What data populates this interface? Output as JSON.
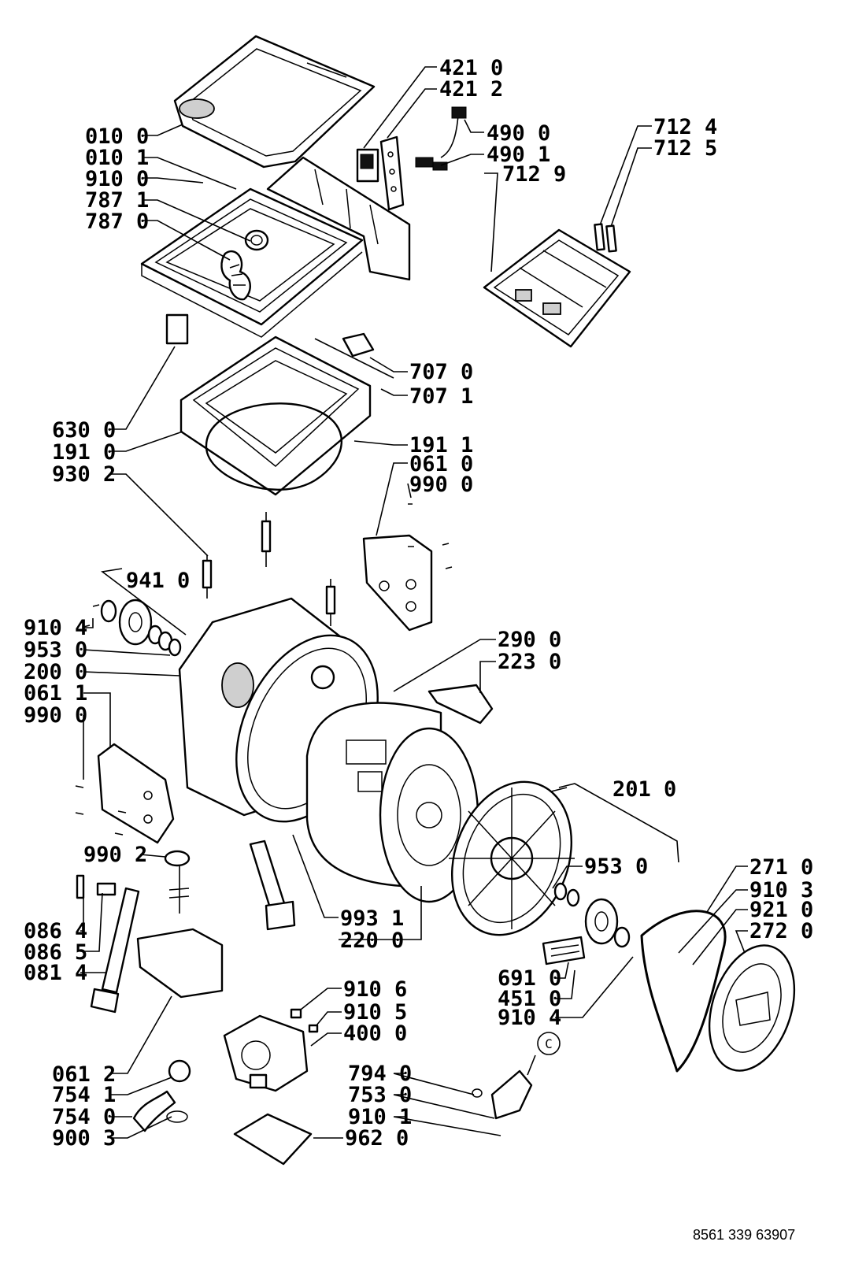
{
  "diagram": {
    "document_code": "8561 339 63907",
    "callouts": [
      {
        "id": "010-0",
        "text": "010 0"
      },
      {
        "id": "010-1",
        "text": "010 1"
      },
      {
        "id": "910-0",
        "text": "910 0"
      },
      {
        "id": "787-1",
        "text": "787 1"
      },
      {
        "id": "787-0",
        "text": "787 0"
      },
      {
        "id": "421-0",
        "text": "421 0"
      },
      {
        "id": "421-2",
        "text": "421 2"
      },
      {
        "id": "490-0",
        "text": "490 0"
      },
      {
        "id": "490-1",
        "text": "490 1"
      },
      {
        "id": "712-9",
        "text": "712 9"
      },
      {
        "id": "712-4",
        "text": "712 4"
      },
      {
        "id": "712-5",
        "text": "712 5"
      },
      {
        "id": "707-0",
        "text": "707 0"
      },
      {
        "id": "707-1",
        "text": "707 1"
      },
      {
        "id": "630-0",
        "text": "630 0"
      },
      {
        "id": "191-0",
        "text": "191 0"
      },
      {
        "id": "930-2",
        "text": "930 2"
      },
      {
        "id": "191-1",
        "text": "191 1"
      },
      {
        "id": "061-0",
        "text": "061 0"
      },
      {
        "id": "990-0-a",
        "text": "990 0"
      },
      {
        "id": "941-0",
        "text": "941 0"
      },
      {
        "id": "910-4-a",
        "text": "910 4"
      },
      {
        "id": "953-0-a",
        "text": "953 0"
      },
      {
        "id": "200-0",
        "text": "200 0"
      },
      {
        "id": "061-1",
        "text": "061 1"
      },
      {
        "id": "990-0-b",
        "text": "990 0"
      },
      {
        "id": "290-0",
        "text": "290 0"
      },
      {
        "id": "223-0",
        "text": "223 0"
      },
      {
        "id": "201-0",
        "text": "201 0"
      },
      {
        "id": "990-2",
        "text": "990 2"
      },
      {
        "id": "953-0-b",
        "text": "953 0"
      },
      {
        "id": "271-0",
        "text": "271 0"
      },
      {
        "id": "910-3",
        "text": "910 3"
      },
      {
        "id": "921-0",
        "text": "921 0"
      },
      {
        "id": "272-0",
        "text": "272 0"
      },
      {
        "id": "086-4",
        "text": "086 4"
      },
      {
        "id": "086-5",
        "text": "086 5"
      },
      {
        "id": "081-4",
        "text": "081 4"
      },
      {
        "id": "993-1",
        "text": "993 1"
      },
      {
        "id": "220-0",
        "text": "220 0"
      },
      {
        "id": "691-0",
        "text": "691 0"
      },
      {
        "id": "451-0",
        "text": "451 0"
      },
      {
        "id": "910-4-b",
        "text": "910 4"
      },
      {
        "id": "910-6",
        "text": "910 6"
      },
      {
        "id": "910-5",
        "text": "910 5"
      },
      {
        "id": "400-0",
        "text": "400 0"
      },
      {
        "id": "061-2",
        "text": "061 2"
      },
      {
        "id": "754-1",
        "text": "754 1"
      },
      {
        "id": "754-0",
        "text": "754 0"
      },
      {
        "id": "900-3",
        "text": "900 3"
      },
      {
        "id": "794-0",
        "text": "794 0"
      },
      {
        "id": "753-0",
        "text": "753 0"
      },
      {
        "id": "910-1",
        "text": "910 1"
      },
      {
        "id": "962-0",
        "text": "962 0"
      },
      {
        "id": "circle-mark",
        "text": "C"
      }
    ]
  }
}
